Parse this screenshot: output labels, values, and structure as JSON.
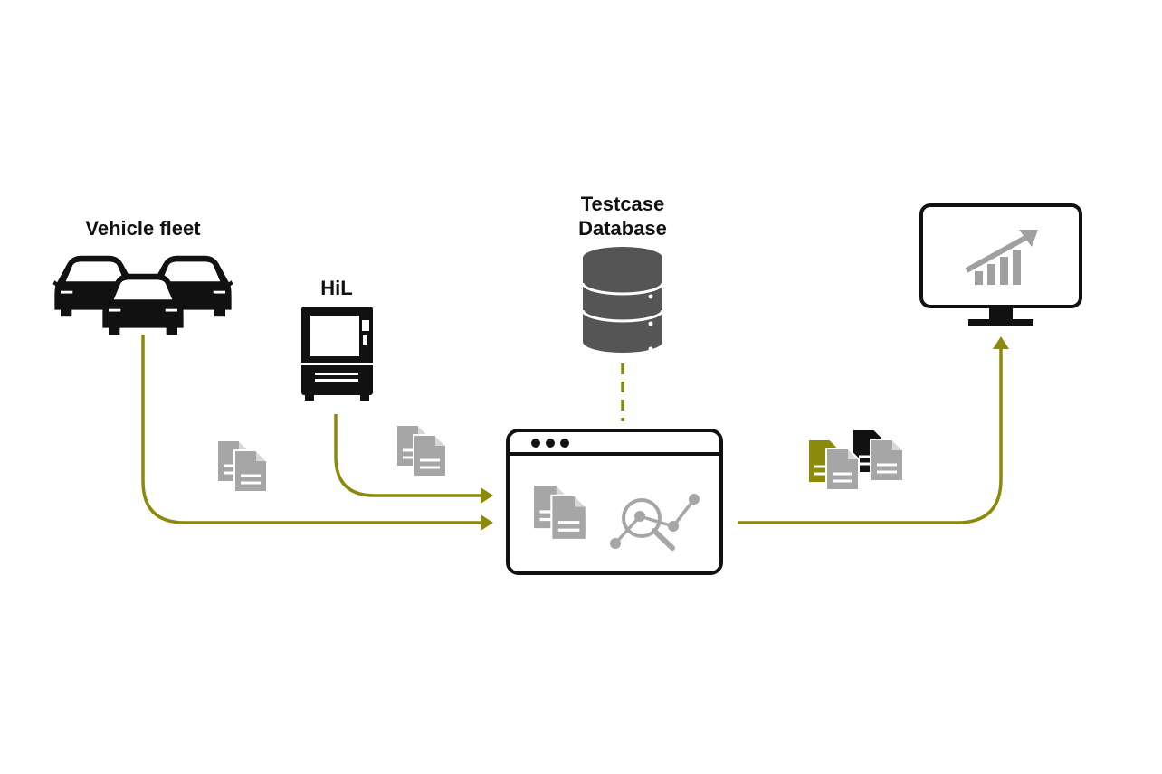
{
  "labels": {
    "vehicle_fleet": "Vehicle fleet",
    "hil": "HiL",
    "testcase_line1": "Testcase",
    "testcase_line2": "Database"
  },
  "colors": {
    "olive": "#8c8a0b",
    "icon_dark": "#111111",
    "db_gray": "#555555",
    "doc_gray": "#a6a6a6",
    "chart_gray": "#a0a0a0"
  },
  "icons": {
    "vehicles": "car-icon",
    "hil": "hil-machine-icon",
    "database": "database-icon",
    "analysis_window": "browser-window-icon",
    "analysis": "magnifier-graph-icon",
    "monitor": "monitor-icon",
    "chart": "bar-chart-trend-icon",
    "documents": "document-icon"
  }
}
